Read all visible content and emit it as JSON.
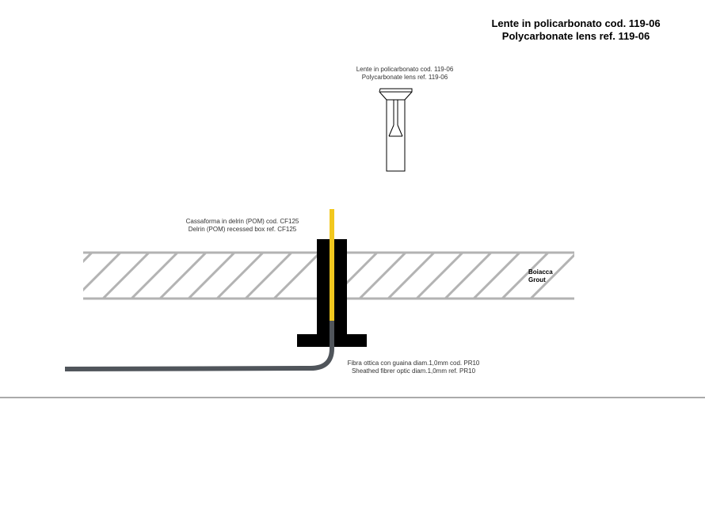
{
  "header": {
    "title_it": "Lente in policarbonato cod. 119-06",
    "title_en": "Polycarbonate lens ref. 119-06"
  },
  "lens_callout": {
    "line_it": "Lente in policarbonato cod. 119-06",
    "line_en": "Polycarbonate lens ref. 119-06"
  },
  "box_callout": {
    "line_it": "Cassaforma in delrin (POM) cod. CF125",
    "line_en": "Delrin (POM) recessed box ref. CF125"
  },
  "grout_label": {
    "line_it": "Boiacca",
    "line_en": "Grout"
  },
  "fibre_callout": {
    "line_it": "Fibra ottica con guaina diam.1,0mm  cod. PR10",
    "line_en": "Sheathed fibrer optic diam.1,0mm  ref. PR10"
  },
  "colors": {
    "hatch": "#b3b3b3",
    "box": "#000000",
    "fibre_core": "#f2c81e",
    "sheath": "#50555b",
    "ground_line": "#aaaaaa"
  }
}
